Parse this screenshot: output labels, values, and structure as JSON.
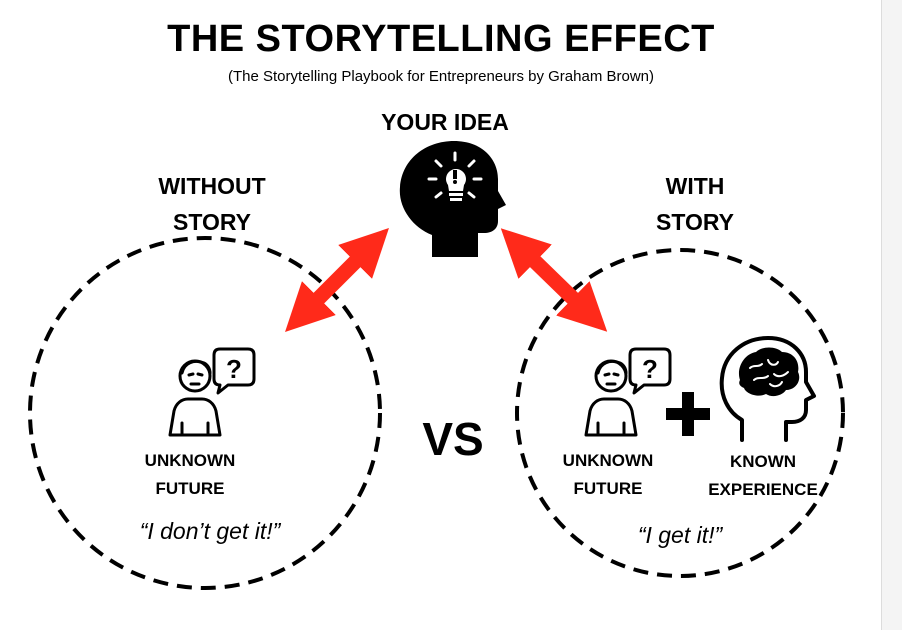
{
  "title": "THE STORYTELLING EFFECT",
  "subtitle": "(The Storytelling Playbook for Entrepreneurs by Graham Brown)",
  "idea": {
    "label": "YOUR IDEA",
    "icon": "head-lightbulb-icon"
  },
  "left": {
    "heading_line1": "WITHOUT",
    "heading_line2": "STORY",
    "person_line1": "UNKNOWN",
    "person_line2": "FUTURE",
    "quote": "“I don’t get it!”",
    "icon": "confused-person-icon"
  },
  "right": {
    "heading_line1": "WITH",
    "heading_line2": "STORY",
    "person_line1": "UNKNOWN",
    "person_line2": "FUTURE",
    "brain_line1": "KNOWN",
    "brain_line2": "EXPERIENCE",
    "quote": "“I get it!”",
    "icons": [
      "confused-person-icon",
      "plus-icon",
      "head-brain-icon"
    ]
  },
  "vs": "VS",
  "colors": {
    "arrow": "#ff2a1a",
    "ink": "#000000",
    "background": "#ffffff"
  }
}
